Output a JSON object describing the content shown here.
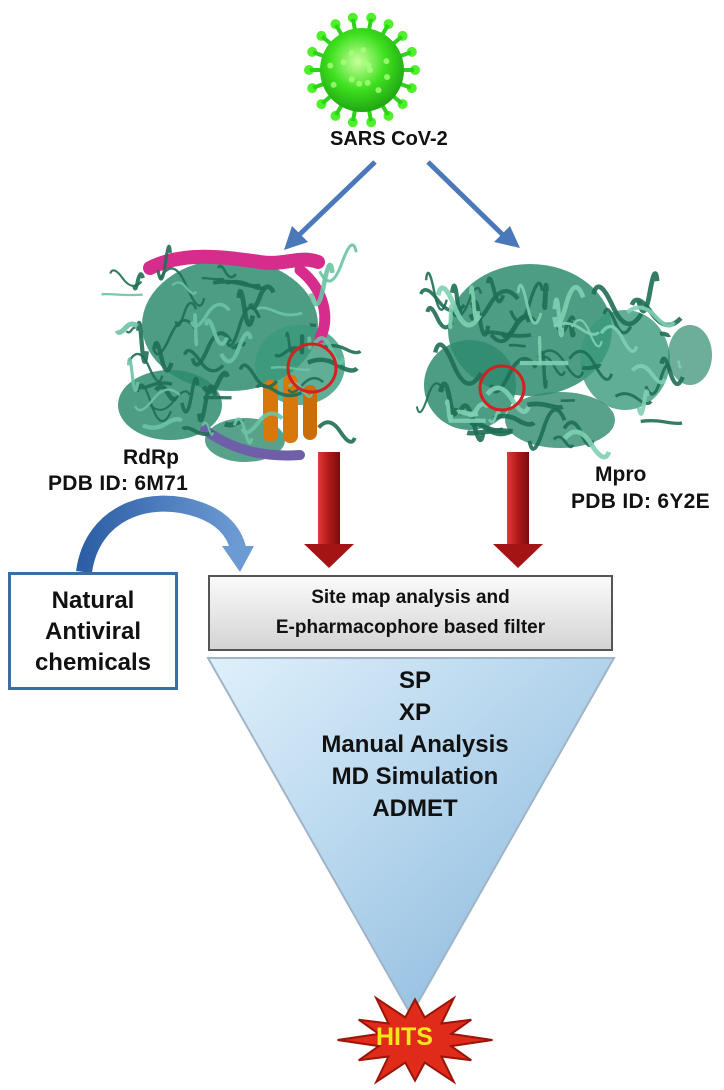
{
  "virus": {
    "label": "SARS CoV-2"
  },
  "targets": [
    {
      "name": "RdRp",
      "pdb": "PDB  ID: 6M71"
    },
    {
      "name": "Mpro",
      "pdb": "PDB  ID: 6Y2E"
    }
  ],
  "library": {
    "lines": [
      "Natural",
      "Antiviral",
      "chemicals"
    ]
  },
  "filter": {
    "lines": [
      "Site map analysis  and",
      "E-pharmacophore  based filter"
    ]
  },
  "funnel_steps": [
    "SP",
    "XP",
    "Manual Analysis",
    "MD Simulation",
    "ADMET"
  ],
  "result": {
    "label": "HITS"
  },
  "colors": {
    "virus_green": "#39e01f",
    "protein_green": "#2e8b6e",
    "rdrp_magenta": "#d62c8c",
    "rdrp_orange": "#d8780a",
    "rdrp_purple": "#6e5fa8",
    "arrow_blue": "#4a78b8",
    "arrow_red": "#b01818",
    "funnel_blue": "#a9cde8",
    "hits_red": "#e02a1a",
    "hits_text": "#f7e61c"
  }
}
